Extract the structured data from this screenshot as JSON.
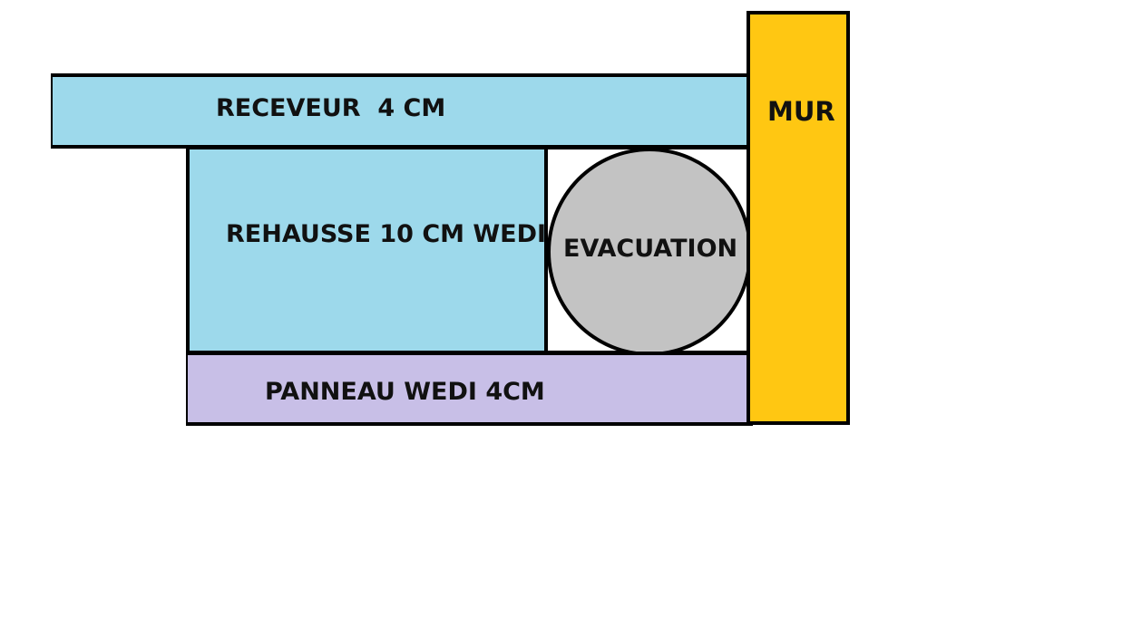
{
  "diagram": {
    "components": {
      "receveur": {
        "label": "RECEVEUR  4 CM",
        "color": "#9DD9EB"
      },
      "rehausse": {
        "label": "REHAUSSE 10 CM WEDI",
        "color": "#9DD9EB"
      },
      "evacuation": {
        "label": "EVACUATION",
        "color": "#C3C3C3"
      },
      "panneau": {
        "label": "PANNEAU WEDI 4CM",
        "color": "#C8BFE7"
      },
      "mur": {
        "label": "MUR",
        "color": "#FFC712"
      }
    },
    "outline_color": "#000000"
  }
}
